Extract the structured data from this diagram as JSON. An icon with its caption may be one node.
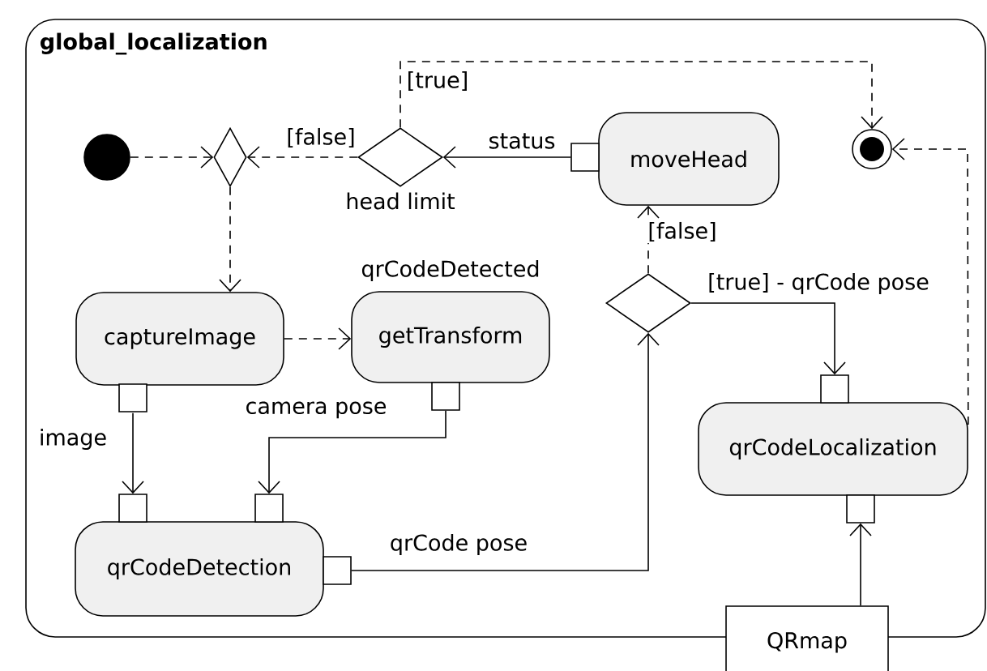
{
  "diagram": {
    "nodes": [
      {
        "text": [
          "global_localization"
        ]
      },
      {
        "text": [],
        "shape": "circle",
        "in": 0
      },
      {
        "text": [],
        "shape": "diamond",
        "in": 0
      },
      {
        "text": [],
        "shape": "diamond",
        "beside": [
          "head limit"
        ],
        "in": 0
      },
      {
        "text": [
          "moveHead"
        ],
        "in": 0
      },
      {
        "text": [],
        "shape": "circle",
        "in": 0
      },
      {
        "text": [
          "captureImage"
        ],
        "in": 0
      },
      {
        "text": [
          "getTransform"
        ],
        "beside": [
          "qrCodeDetected"
        ],
        "in": 0
      },
      {
        "text": [
          "qrCodeDetection"
        ],
        "in": 0
      },
      {
        "text": [],
        "shape": "diamond",
        "in": 0
      },
      {
        "text": [
          "qrCodeLocalization"
        ],
        "in": 0
      },
      {
        "text": [
          "QRmap"
        ]
      }
    ],
    "edges": [
      {
        "from": 1,
        "to": 2,
        "arrow": "to",
        "style": "dashed"
      },
      {
        "from": 3,
        "to": 2,
        "arrow": "to",
        "style": "dashed",
        "label": "[false]"
      },
      {
        "from": 4,
        "to": 3,
        "arrow": "to",
        "label": "status"
      },
      {
        "from": 3,
        "to": 5,
        "arrow": "to",
        "style": "dashed",
        "label": "[true]"
      },
      {
        "from": 2,
        "to": 6,
        "arrow": "to",
        "style": "dashed"
      },
      {
        "from": 6,
        "to": 7,
        "arrow": "to",
        "style": "dashed"
      },
      {
        "from": 6,
        "to": 8,
        "arrow": "to",
        "label": "image"
      },
      {
        "from": 7,
        "to": 8,
        "arrow": "to",
        "label": "camera pose"
      },
      {
        "from": 8,
        "to": 9,
        "arrow": "to",
        "label": "qrCode pose"
      },
      {
        "from": 9,
        "to": 4,
        "arrow": "to",
        "style": "dashed",
        "label": "[false]"
      },
      {
        "from": 9,
        "to": 10,
        "arrow": "to",
        "label": "[true] - qrCode pose"
      },
      {
        "from": 10,
        "to": 5,
        "arrow": "to",
        "style": "dashed"
      },
      {
        "from": 11,
        "to": 10,
        "arrow": "to"
      }
    ]
  }
}
